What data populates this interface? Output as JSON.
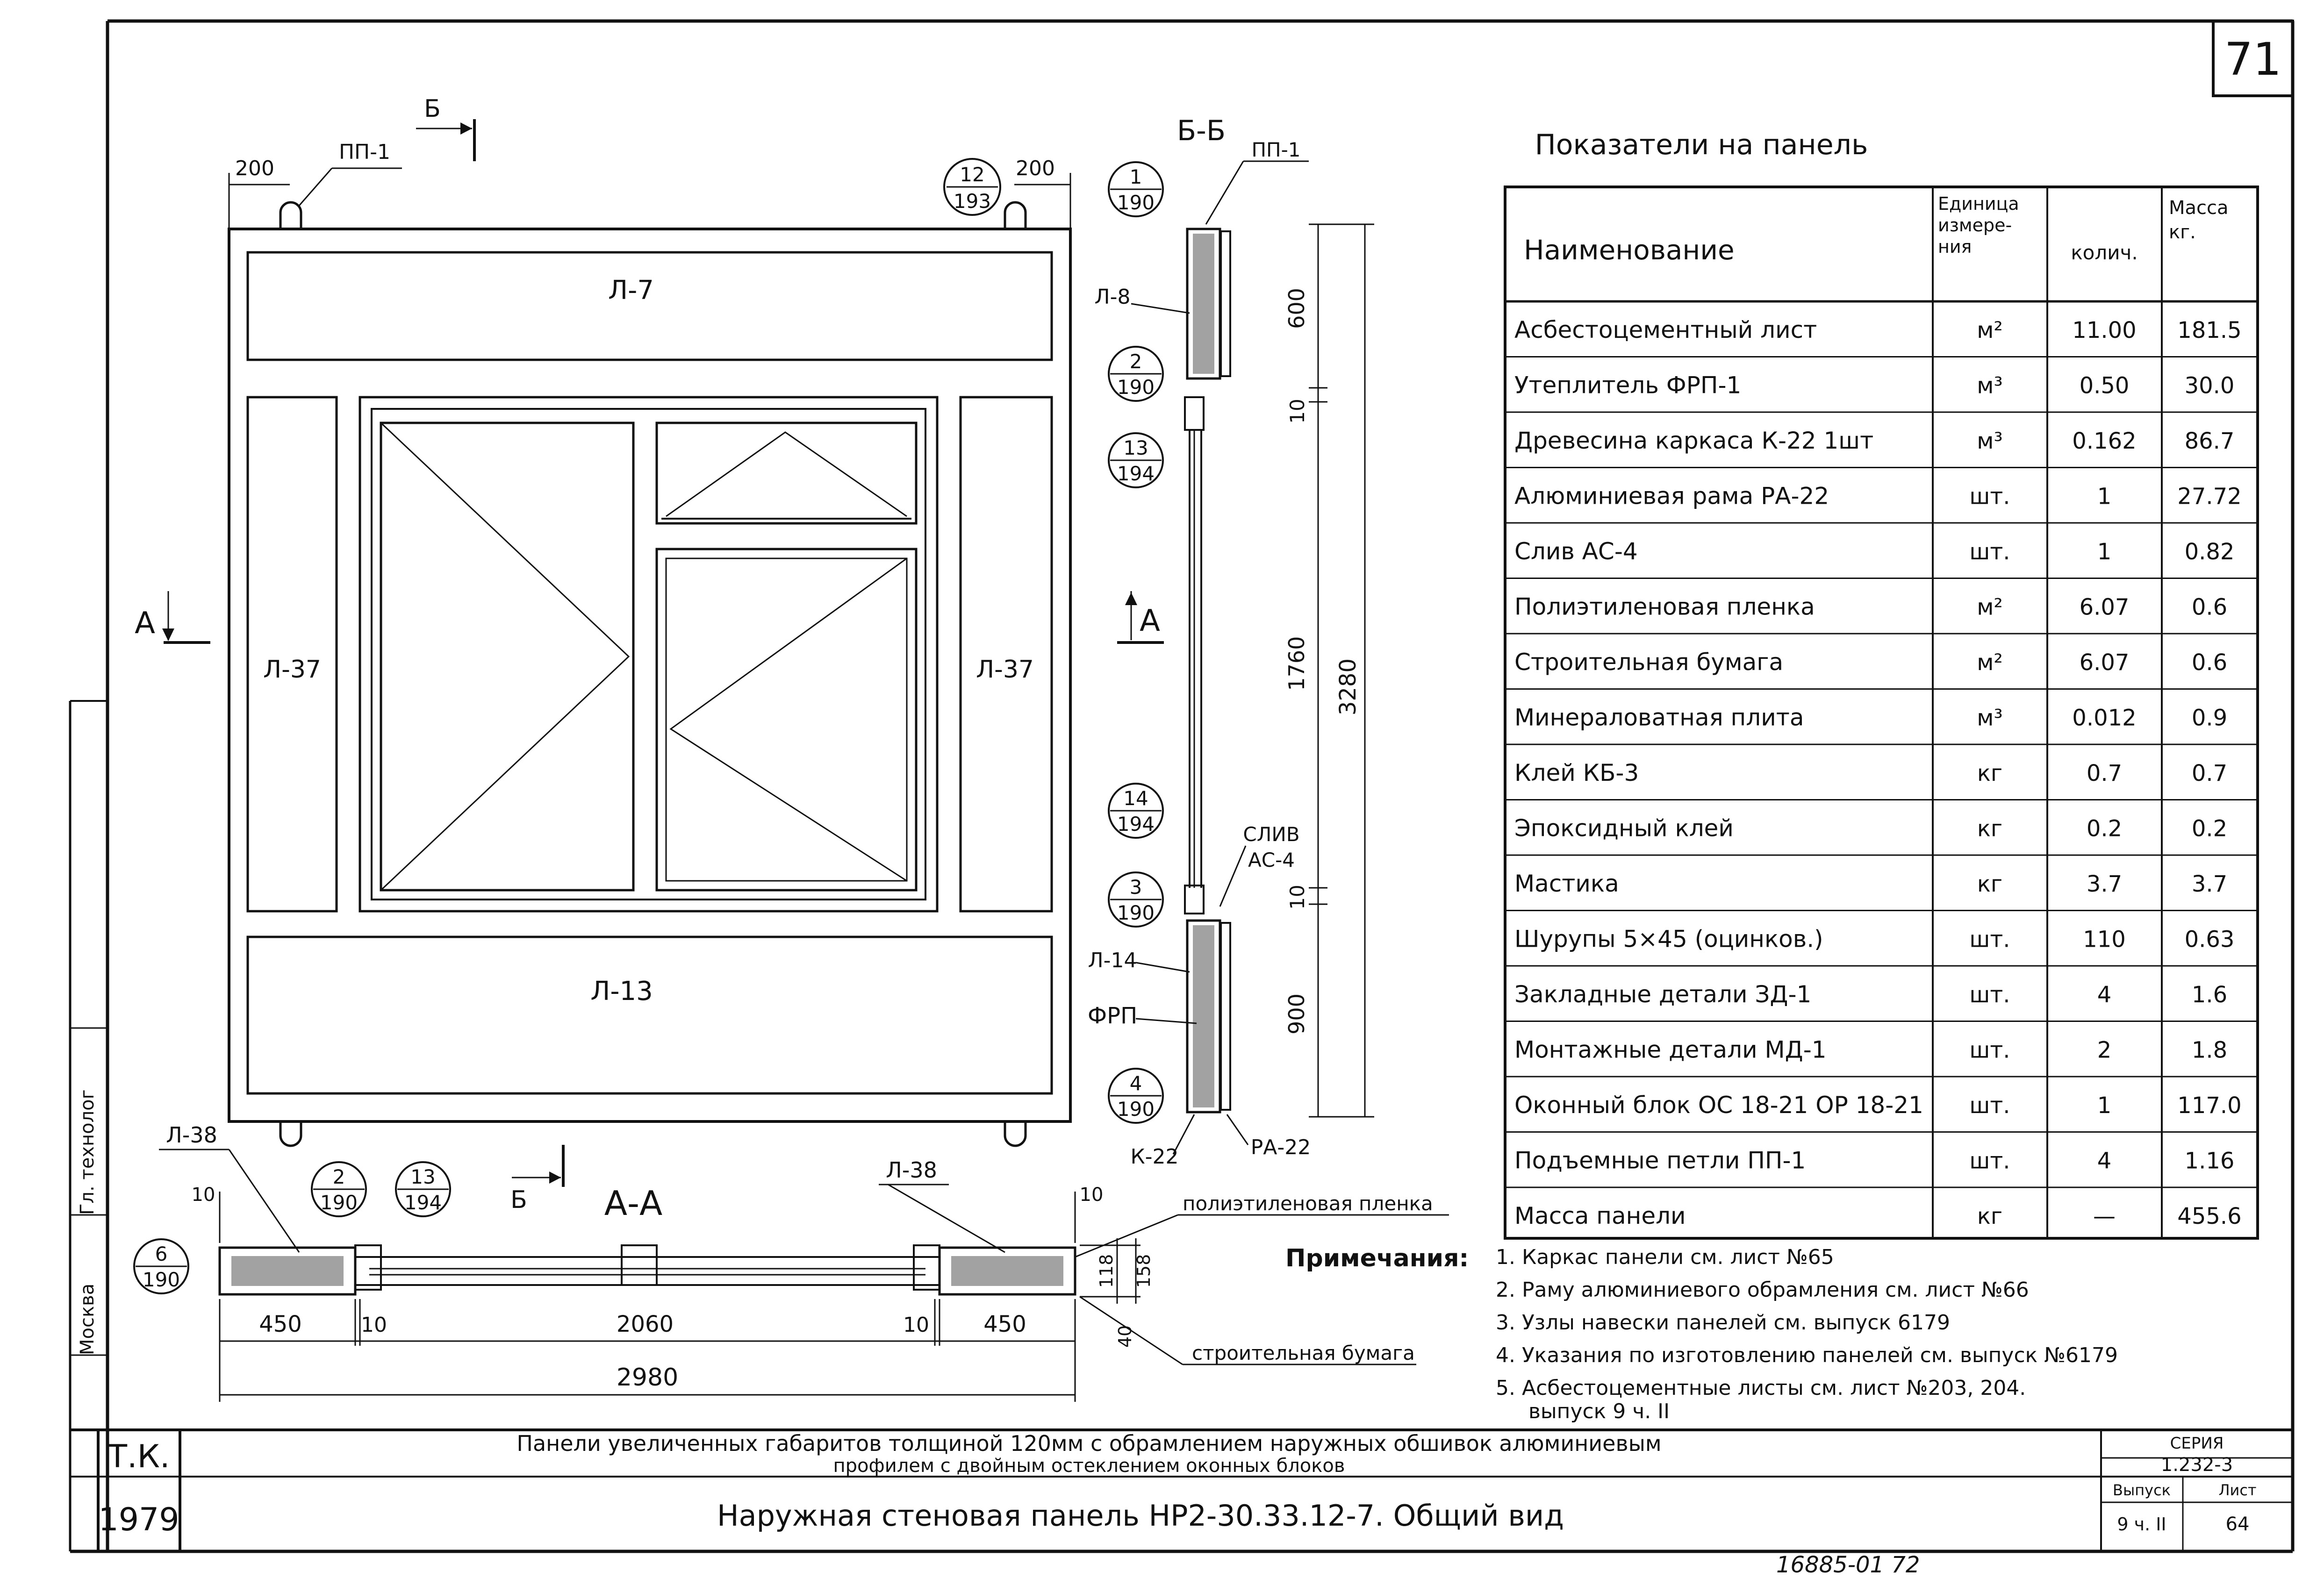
{
  "sheet": {
    "page_number": "71",
    "series": {
      "label": "СЕРИЯ",
      "value": "1.232-3"
    },
    "issue": {
      "label": "Выпуск",
      "value": "9 ч. II"
    },
    "sheet_no": {
      "label": "Лист",
      "value": "64"
    },
    "stamp_left": "Т.К.",
    "year": "1979",
    "title_top_1": "Панели увеличенных габаритов толщиной 120мм с обрамлением наружных обшивок алюминиевым",
    "title_top_2": "профилем с двойным остеклением оконных блоков",
    "title_main": "Наружная стеновая панель НР2-30.33.12-7. Общий вид",
    "footer_handwritten": "16885-01   72",
    "side_margin": [
      "Гл. технолог",
      "Москва"
    ]
  },
  "front_view": {
    "dim_200_left": "200",
    "dim_200_right": "200",
    "loop_label": "ПП-1",
    "section_marker": "Б",
    "callouts": [
      {
        "num": "12",
        "den": "193"
      }
    ],
    "panels": [
      "Л-7",
      "Л-37",
      "Л-37",
      "Л-13"
    ],
    "arrow_A_left": "А",
    "arrow_A_right": "А"
  },
  "section_bb": {
    "title": "Б-Б",
    "loop_label": "ПП-1",
    "labels": [
      "Л-8",
      "СЛИВ",
      "АС-4",
      "Л-14",
      "ФРП",
      "К-22",
      "РА-22"
    ],
    "callouts": [
      {
        "num": "1",
        "den": "190"
      },
      {
        "num": "2",
        "den": "190"
      },
      {
        "num": "13",
        "den": "194"
      },
      {
        "num": "14",
        "den": "194"
      },
      {
        "num": "3",
        "den": "190"
      },
      {
        "num": "4",
        "den": "190"
      }
    ],
    "dims": [
      "600",
      "10",
      "1760",
      "10",
      "900",
      "3280"
    ]
  },
  "section_aa": {
    "title": "А-А",
    "marker": "Б",
    "labels": [
      "Л-38",
      "Л-38",
      "полиэтиленовая пленка",
      "строительная бумага"
    ],
    "callouts": [
      {
        "num": "2",
        "den": "190"
      },
      {
        "num": "13",
        "den": "194"
      },
      {
        "num": "6",
        "den": "190"
      }
    ],
    "dims_top": [
      "10",
      "10"
    ],
    "dims_bottom": [
      "450",
      "10",
      "2060",
      "10",
      "450"
    ],
    "dim_total": "2980",
    "dims_right": [
      "118",
      "158",
      "40"
    ]
  },
  "indicators": {
    "title": "Показатели на панель",
    "headers": {
      "name": "Наименование",
      "unit": "Единица измере-ния",
      "qty": "колич.",
      "mass": "Масса кг."
    },
    "rows": [
      {
        "name": "Асбестоцементный лист",
        "unit": "м²",
        "qty": "11.00",
        "mass": "181.5"
      },
      {
        "name": "Утеплитель ФРП-1",
        "unit": "м³",
        "qty": "0.50",
        "mass": "30.0"
      },
      {
        "name": "Древесина каркаса К-22 1шт",
        "unit": "м³",
        "qty": "0.162",
        "mass": "86.7"
      },
      {
        "name": "Алюминиевая рама РА-22",
        "unit": "шт.",
        "qty": "1",
        "mass": "27.72"
      },
      {
        "name": "Слив АС-4",
        "unit": "шт.",
        "qty": "1",
        "mass": "0.82"
      },
      {
        "name": "Полиэтиленовая пленка",
        "unit": "м²",
        "qty": "6.07",
        "mass": "0.6"
      },
      {
        "name": "Строительная бумага",
        "unit": "м²",
        "qty": "6.07",
        "mass": "0.6"
      },
      {
        "name": "Минераловатная плита",
        "unit": "м³",
        "qty": "0.012",
        "mass": "0.9"
      },
      {
        "name": "Клей КБ-3",
        "unit": "кг",
        "qty": "0.7",
        "mass": "0.7"
      },
      {
        "name": "Эпоксидный клей",
        "unit": "кг",
        "qty": "0.2",
        "mass": "0.2"
      },
      {
        "name": "Мастика",
        "unit": "кг",
        "qty": "3.7",
        "mass": "3.7"
      },
      {
        "name": "Шурупы 5×45 (оцинков.)",
        "unit": "шт.",
        "qty": "110",
        "mass": "0.63"
      },
      {
        "name": "Закладные детали ЗД-1",
        "unit": "шт.",
        "qty": "4",
        "mass": "1.6"
      },
      {
        "name": "Монтажные детали МД-1",
        "unit": "шт.",
        "qty": "2",
        "mass": "1.8"
      },
      {
        "name": "Оконный блок ОС 18-21 ОР 18-21",
        "unit": "шт.",
        "qty": "1",
        "mass": "117.0"
      },
      {
        "name": "Подъемные петли ПП-1",
        "unit": "шт.",
        "qty": "4",
        "mass": "1.16"
      },
      {
        "name": "Масса панели",
        "unit": "кг",
        "qty": "—",
        "mass": "455.6"
      }
    ]
  },
  "notes": {
    "label": "Примечания:",
    "items": [
      "1. Каркас панели см. лист №65",
      "2. Раму алюминиевого обрамления см. лист №66",
      "3. Узлы навески панелей см. выпуск 6179",
      "4. Указания по изготовлению панелей см. выпуск №6179",
      "5. Асбестоцементные листы см. лист №203, 204.",
      "выпуск 9 ч. II"
    ]
  }
}
